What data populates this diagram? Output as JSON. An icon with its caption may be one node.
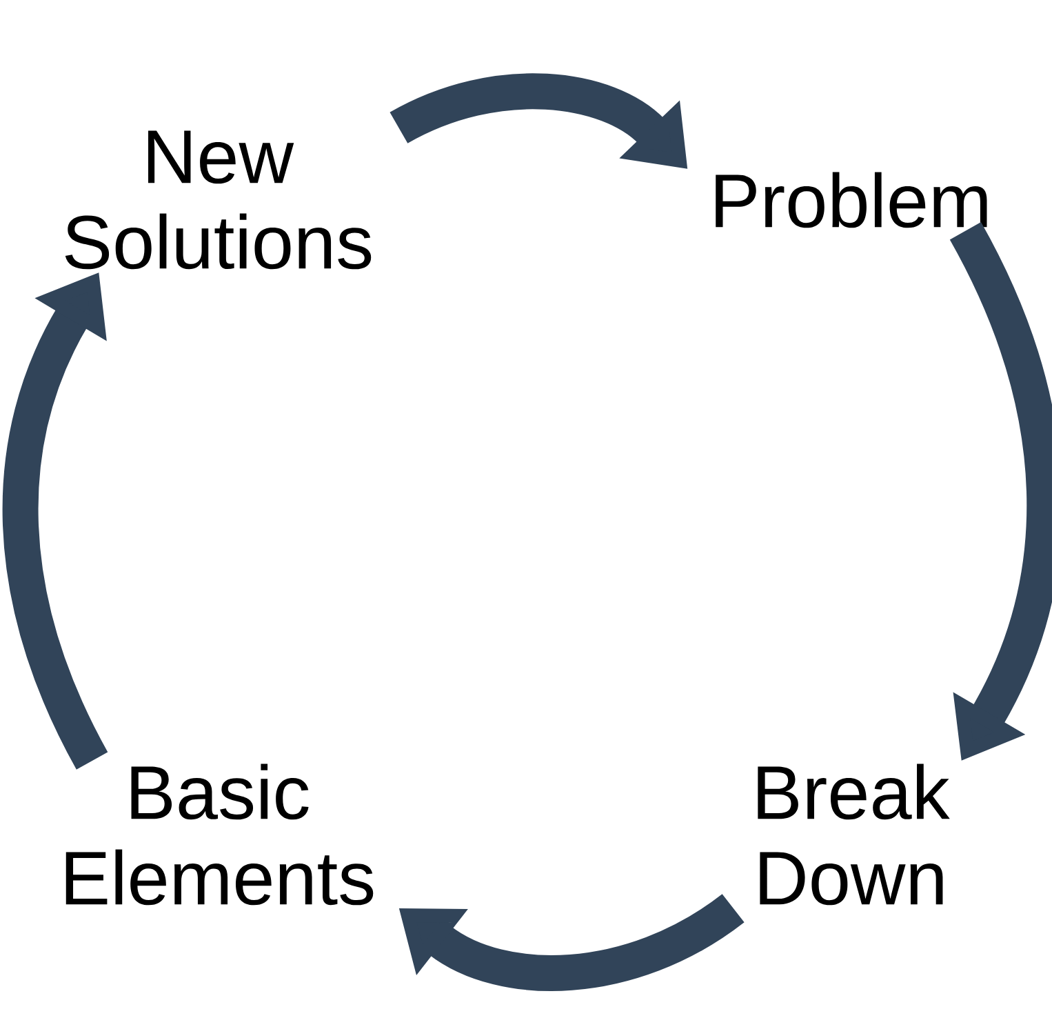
{
  "diagram": {
    "nodes": [
      {
        "text": [
          "Problem"
        ]
      },
      {
        "text": [
          "Break Down"
        ]
      },
      {
        "text": [
          "Basic Elements"
        ]
      },
      {
        "text": [
          "New Solutions"
        ]
      }
    ],
    "edges": [
      {
        "from": 3,
        "to": 0,
        "arrow": "to"
      },
      {
        "from": 0,
        "to": 1,
        "arrow": "to"
      },
      {
        "from": 1,
        "to": 2,
        "arrow": "to"
      },
      {
        "from": 2,
        "to": 3,
        "arrow": "to"
      }
    ]
  }
}
